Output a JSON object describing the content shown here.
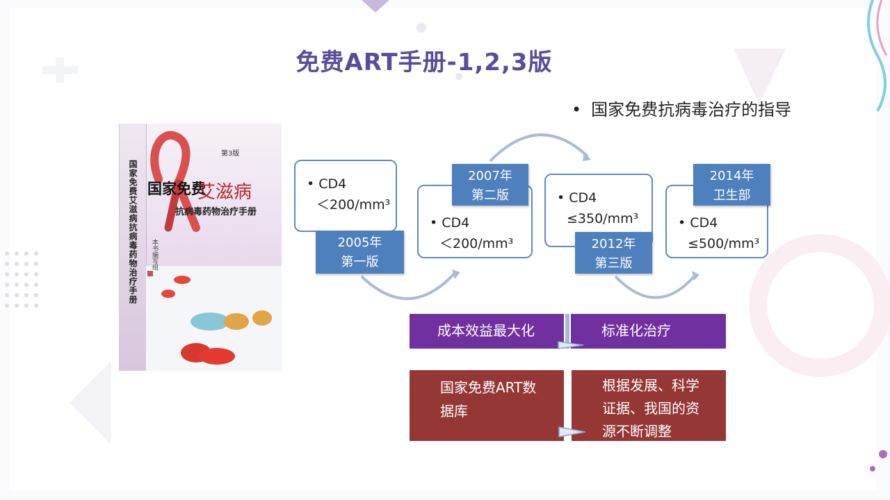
{
  "title": "免费ART手册-1,2,3版",
  "bullet": "国家免费抗病毒治疗的指导",
  "book": {
    "edition": "第3版",
    "title_part1": "国家免费",
    "title_part2": "艾滋病",
    "subtitle": "抗病毒药物治疗手册",
    "spine": "国家免费艾滋病抗病毒药物治疗手册",
    "editor": "本书编写组"
  },
  "timeline": [
    {
      "l1": "• CD4",
      "l2": "＜200/mm³",
      "tag1": "2005年",
      "tag2": "第一版"
    },
    {
      "l1": "• CD4",
      "l2": "＜200/mm³",
      "tag1": "2007年",
      "tag2": "第二版"
    },
    {
      "l1": "• CD4",
      "l2": "≤350/mm³",
      "tag1": "2012年",
      "tag2": "第三版"
    },
    {
      "l1": "• CD4",
      "l2": "≤500/mm³",
      "tag1": "2014年",
      "tag2": "卫生部"
    }
  ],
  "bars": {
    "p1": "成本效益最大化",
    "p2": "标准化治疗",
    "r1": "国家免费ART数据库",
    "r2": "根据发展、科学证据、我国的资源不断调整"
  },
  "colors": {
    "title": "#5a4c9a",
    "tag": "#4e80bd",
    "purple": "#7030a0",
    "red": "#953735"
  }
}
